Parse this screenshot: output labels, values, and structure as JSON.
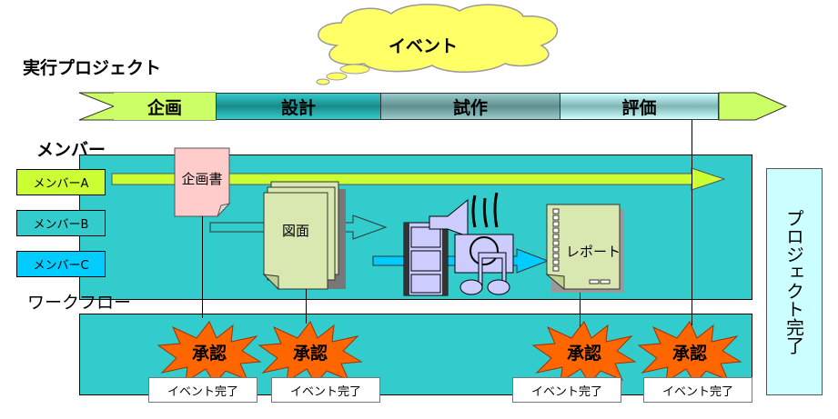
{
  "event_cloud": "イベント",
  "project_title": "実行プロジェクト",
  "phases": [
    {
      "label": "企画",
      "color": "#ccff66"
    },
    {
      "label": "設計",
      "color": "#33bbbb"
    },
    {
      "label": "試作",
      "color": "#77aaaa"
    },
    {
      "label": "評価",
      "color": "#ccffff"
    }
  ],
  "members_title": "メンバー",
  "members": [
    {
      "label": "メンバーA",
      "color": "#ccff33"
    },
    {
      "label": "メンバーB",
      "color": "#33cccc"
    },
    {
      "label": "メンバーC",
      "color": "#00ccff"
    }
  ],
  "documents": {
    "plan": "企画書",
    "drawing": "図面",
    "report": "レポート"
  },
  "workflow_title": "ワークフロー",
  "approvals": [
    "承認",
    "承認",
    "承認",
    "承認"
  ],
  "event_done": [
    "イベント完了",
    "イベント完了",
    "イベント完了",
    "イベント完了"
  ],
  "project_done": "プロジェクト完了"
}
